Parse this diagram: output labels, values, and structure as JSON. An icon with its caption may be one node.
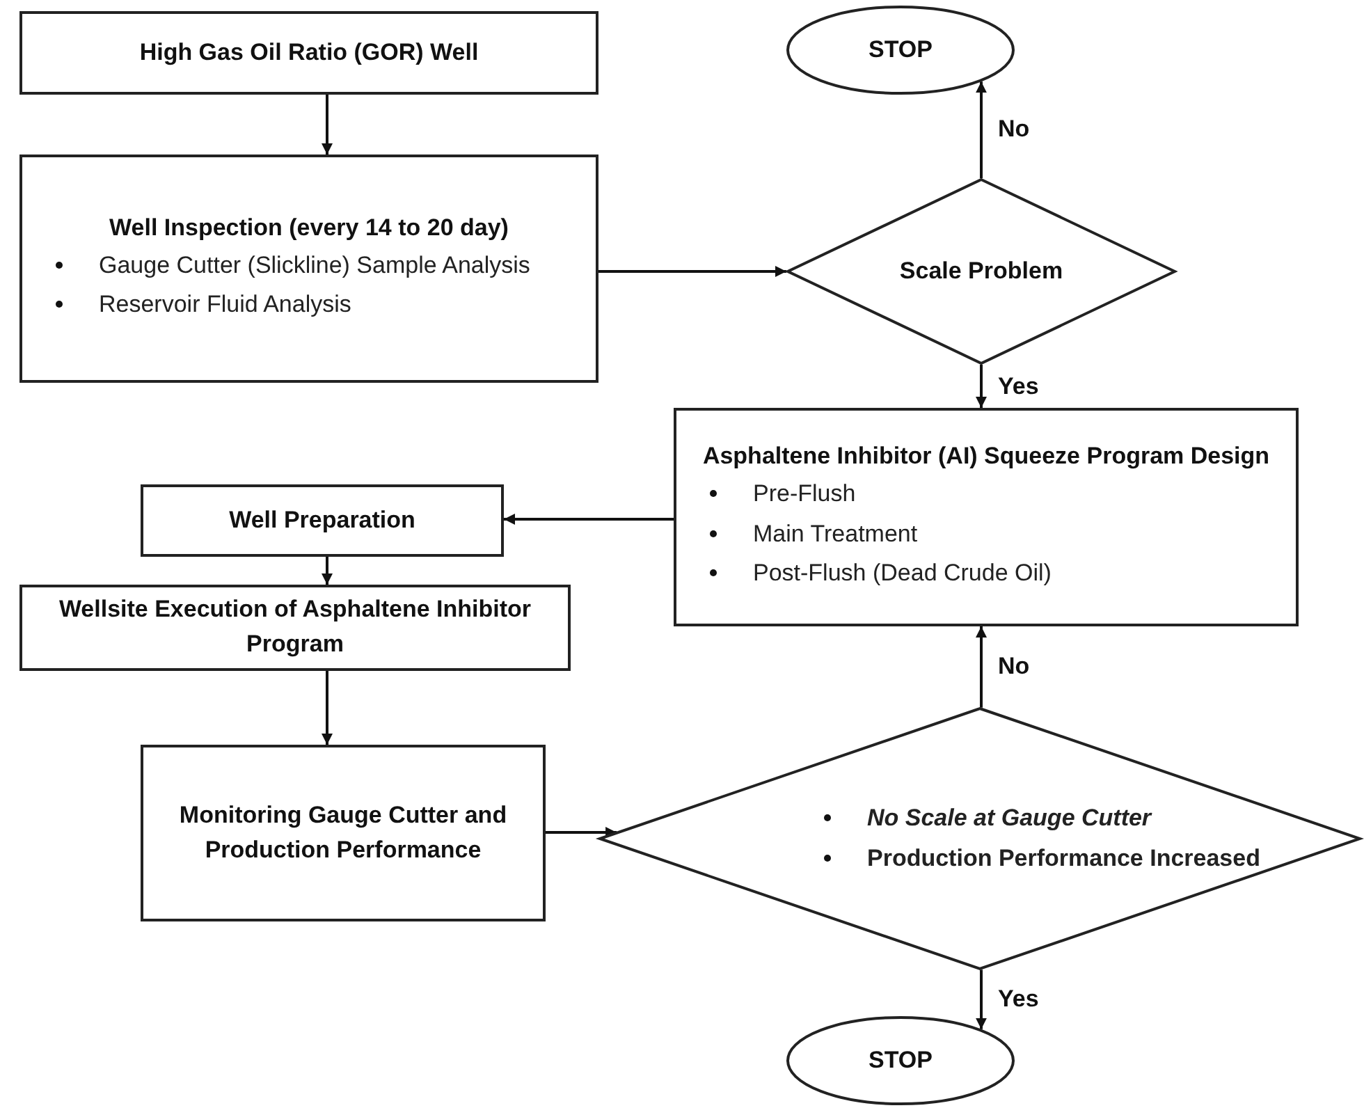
{
  "diagram": {
    "nodes": [
      {
        "text": [
          "High Gas Oil Ratio (GOR) Well"
        ]
      },
      {
        "text": [
          "Well Inspection (every 14 to 20 day)",
          "Gauge Cutter (Slickline) Sample Analysis",
          "Reservoir Fluid Analysis"
        ]
      },
      {
        "text": [
          "STOP"
        ]
      },
      {
        "text": [
          "Scale Problem"
        ]
      },
      {
        "text": [
          "Asphaltene Inhibitor (AI) Squeeze Program Design",
          "Pre-Flush",
          "Main Treatment",
          "Post-Flush (Dead Crude Oil)"
        ]
      },
      {
        "text": [
          "Well Preparation"
        ]
      },
      {
        "text": [
          "Wellsite Execution of Asphaltene Inhibitor Program"
        ]
      },
      {
        "text": [
          "Monitoring Gauge Cutter and Production Performance"
        ]
      },
      {
        "text": [
          "No Scale at Gauge Cutter",
          "Production Performance Increased"
        ]
      },
      {
        "text": [
          "STOP"
        ]
      }
    ],
    "edges": [
      {
        "from": 0,
        "to": 1,
        "arrow": "to"
      },
      {
        "from": 1,
        "to": 3,
        "arrow": "to"
      },
      {
        "from": 3,
        "to": 2,
        "arrow": "to",
        "label": "No"
      },
      {
        "from": 3,
        "to": 4,
        "arrow": "to",
        "label": "Yes"
      },
      {
        "from": 4,
        "to": 5,
        "arrow": "to"
      },
      {
        "from": 5,
        "to": 6,
        "arrow": "to"
      },
      {
        "from": 6,
        "to": 7,
        "arrow": "to"
      },
      {
        "from": 7,
        "to": 8,
        "arrow": "to"
      },
      {
        "from": 8,
        "to": 4,
        "arrow": "to",
        "label": "No"
      },
      {
        "from": 8,
        "to": 9,
        "arrow": "to",
        "label": "Yes"
      }
    ]
  }
}
